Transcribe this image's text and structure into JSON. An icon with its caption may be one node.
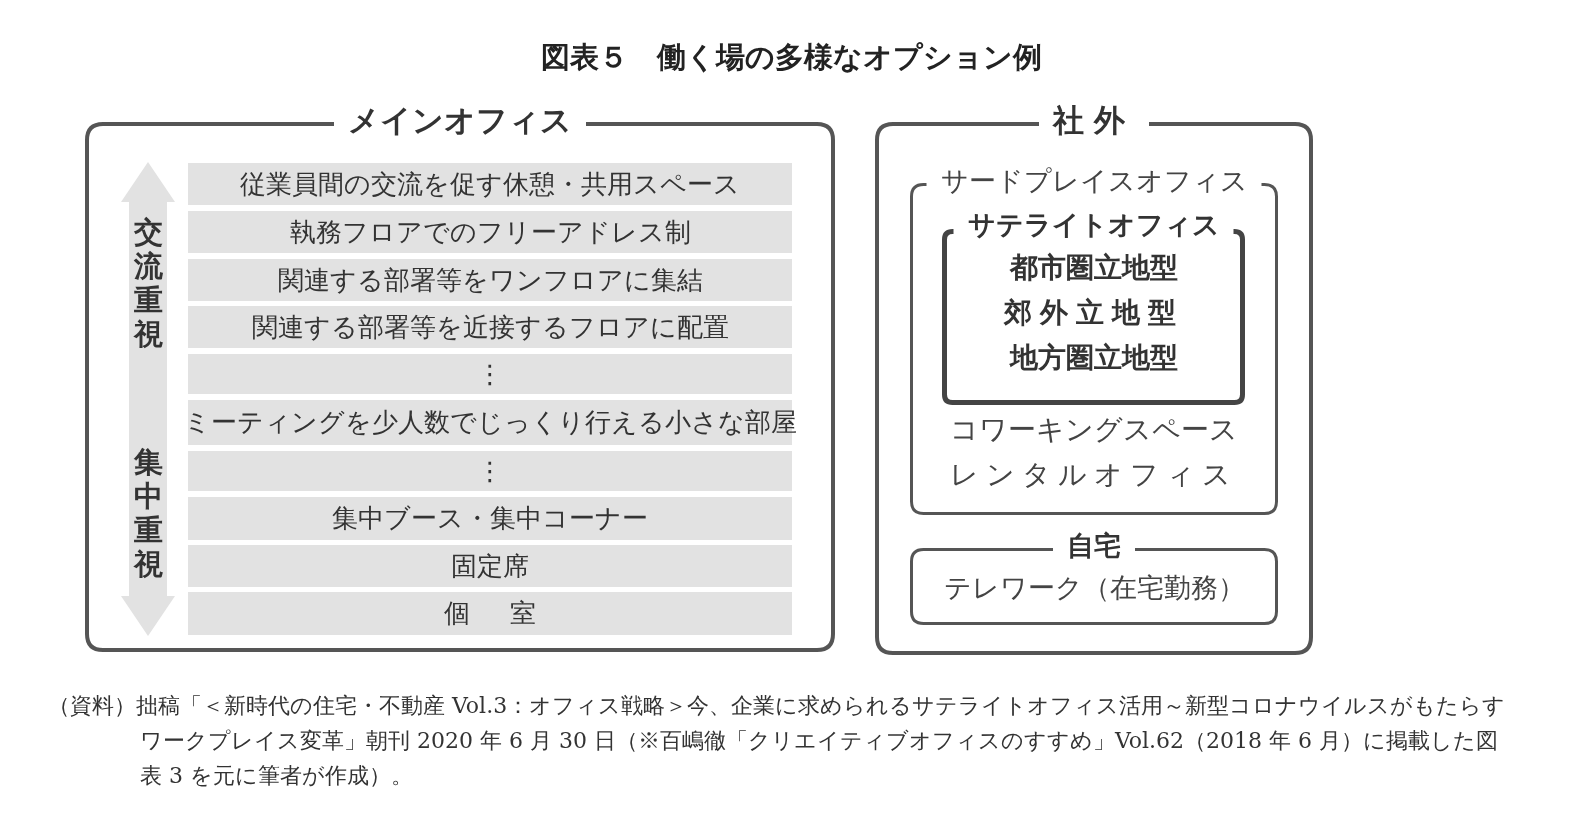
{
  "diagram": {
    "title": "図表５　働く場の多様なオプション例",
    "nodes": [
      {
        "text": [
          "メインオフィス"
        ]
      },
      {
        "text": [
          "従業員間の交流を促す休憩・共用スペース"
        ],
        "in": 0
      },
      {
        "text": [
          "執務フロアでのフリーアドレス制"
        ],
        "in": 0
      },
      {
        "text": [
          "関連する部署等をワンフロアに集結"
        ],
        "in": 0
      },
      {
        "text": [
          "関連する部署等を近接するフロアに配置"
        ],
        "in": 0
      },
      {
        "text": [
          "⋮"
        ],
        "in": 0
      },
      {
        "text": [
          "ミーティングを少人数でじっくり行える小さな部屋"
        ],
        "in": 0
      },
      {
        "text": [
          "⋮"
        ],
        "in": 0
      },
      {
        "text": [
          "集中ブース・集中コーナー"
        ],
        "in": 0
      },
      {
        "text": [
          "固定席"
        ],
        "in": 0
      },
      {
        "text": [
          "個室"
        ],
        "in": 0
      },
      {
        "text": [
          "社外"
        ]
      },
      {
        "text": [
          "サードプレイスオフィス",
          "コワーキングスペース",
          "レンタルオフィス"
        ],
        "in": 11
      },
      {
        "text": [
          "サテライトオフィス",
          "都市圏立地型",
          "郊外立地型",
          "地方圏立地型"
        ],
        "in": 12
      },
      {
        "text": [
          "自宅",
          "テレワーク（在宅勤務）"
        ],
        "in": 11
      }
    ],
    "edges": [],
    "labels": [
      "交流重視",
      "集中重視"
    ],
    "caption": "（資料）拙稿「＜新時代の住宅・不動産 Vol.3：オフィス戦略＞今、企業に求められるサテライトオフィス活用～新型コロナウイルスがもたらすワークプレイス変革」朝刊 2020 年 6 月 30 日（※百嶋徹「クリエイティブオフィスのすすめ」Vol.62（2018 年 6 月）に掲載した図表 3 を元に筆者が作成）。"
  }
}
